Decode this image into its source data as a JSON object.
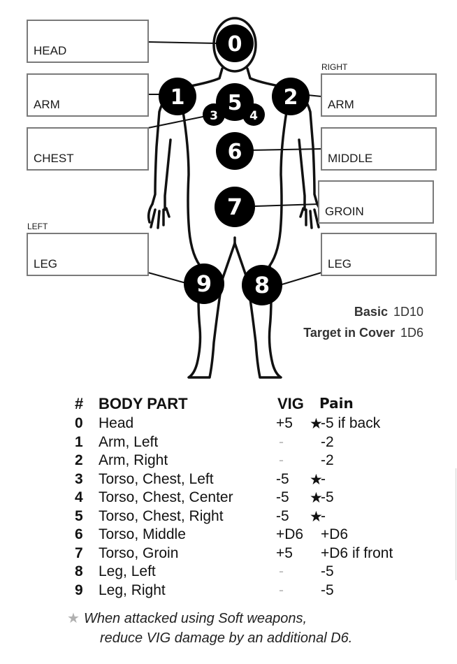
{
  "locations": {
    "head": {
      "label": "HEAD",
      "number": "0"
    },
    "arm_left": {
      "label": "ARM",
      "number": "1"
    },
    "arm_right": {
      "label": "ARM",
      "number": "2",
      "side": "RIGHT"
    },
    "chest": {
      "label": "CHEST",
      "numbers": [
        "3",
        "5",
        "4"
      ]
    },
    "middle": {
      "label": "MIDDLE",
      "number": "6"
    },
    "groin": {
      "label": "GROIN",
      "number": "7"
    },
    "leg_left": {
      "label": "LEG",
      "number": "9",
      "side": "LEFT"
    },
    "leg_right": {
      "label": "LEG",
      "number": "8"
    }
  },
  "dice": {
    "basic_label": "Basic",
    "basic_value": "1D10",
    "cover_label": "Target in Cover",
    "cover_value": "1D6"
  },
  "table": {
    "headers": {
      "num": "#",
      "part": "BODY PART",
      "vig": "VIG",
      "pain": "Pain"
    },
    "rows": [
      {
        "num": "0",
        "part": "Head",
        "vig": "+5",
        "star": "★",
        "pain": "-5 if back"
      },
      {
        "num": "1",
        "part": "Arm, Left",
        "vig": "-",
        "star": "",
        "pain": "-2"
      },
      {
        "num": "2",
        "part": "Arm, Right",
        "vig": "-",
        "star": "",
        "pain": "-2"
      },
      {
        "num": "3",
        "part": "Torso, Chest, Left",
        "vig": "-5",
        "star": "★",
        "pain": "-"
      },
      {
        "num": "4",
        "part": "Torso, Chest, Center",
        "vig": "-5",
        "star": "★",
        "pain": "-5"
      },
      {
        "num": "5",
        "part": "Torso, Chest, Right",
        "vig": "-5",
        "star": "★",
        "pain": "-"
      },
      {
        "num": "6",
        "part": "Torso, Middle",
        "vig": "+D6",
        "star": "",
        "pain": "+D6"
      },
      {
        "num": "7",
        "part": "Torso, Groin",
        "vig": "+5",
        "star": "",
        "pain": "+D6 if front"
      },
      {
        "num": "8",
        "part": "Leg, Left",
        "vig": "-",
        "star": "",
        "pain": "-5"
      },
      {
        "num": "9",
        "part": "Leg, Right",
        "vig": "-",
        "star": "",
        "pain": "-5"
      }
    ]
  },
  "footnote": {
    "star": "★",
    "line1": "When attacked using Soft weapons,",
    "line2": "reduce VIG damage by an additional D6."
  }
}
